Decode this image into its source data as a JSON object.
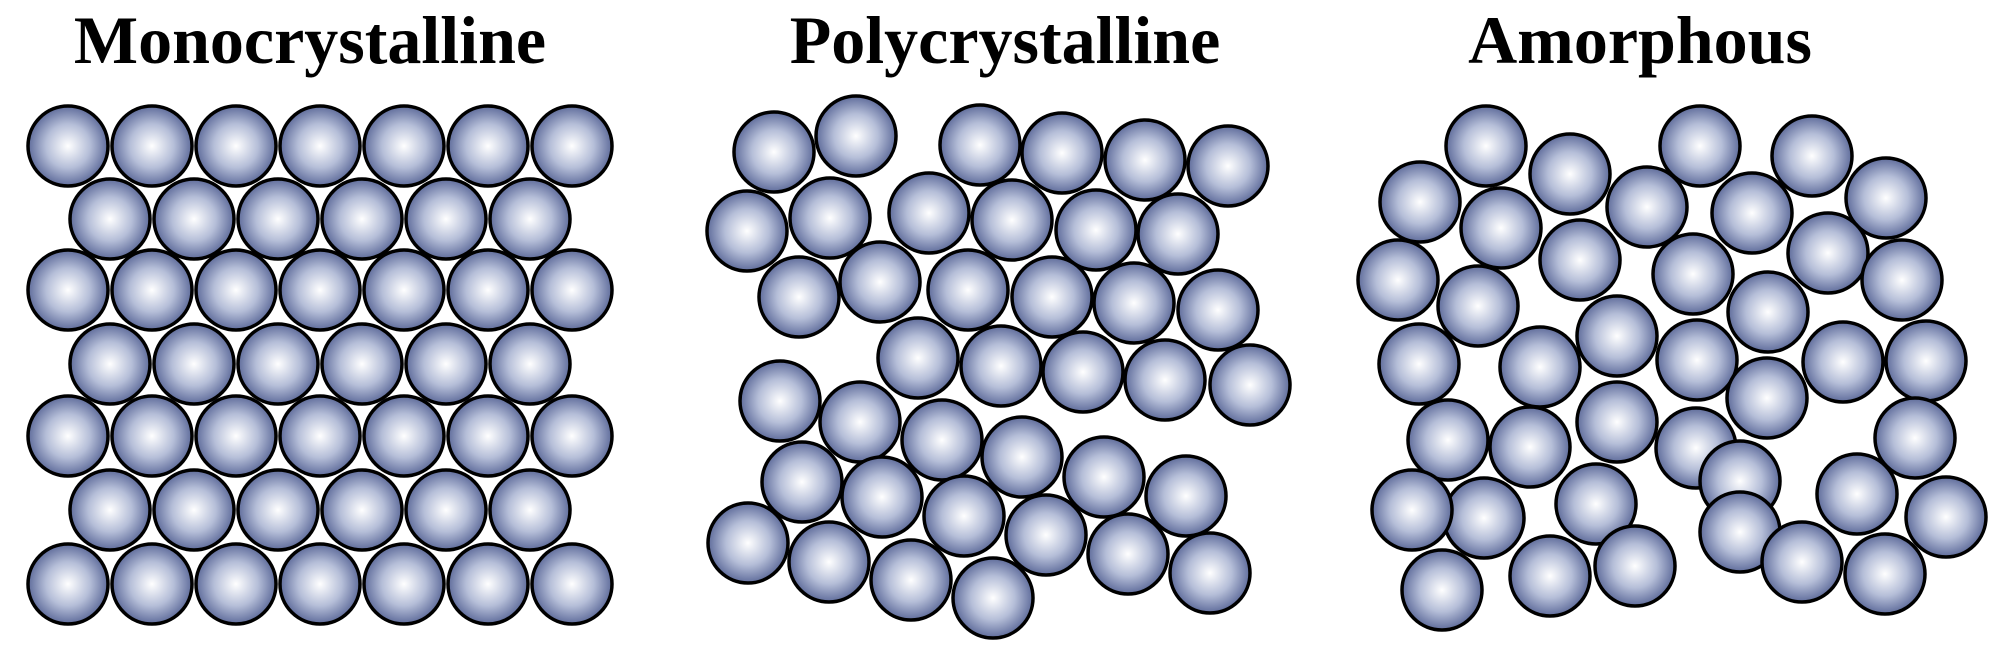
{
  "panels": [
    {
      "id": "monocrystalline",
      "title": "Monocrystalline"
    },
    {
      "id": "polycrystalline",
      "title": "Polycrystalline"
    },
    {
      "id": "amorphous",
      "title": "Amorphous"
    }
  ],
  "colors": {
    "atom_center": "#ffffff",
    "atom_mid": "#b5bed8",
    "atom_edge": "#5f6c9b",
    "atom_outline": "#000000"
  }
}
